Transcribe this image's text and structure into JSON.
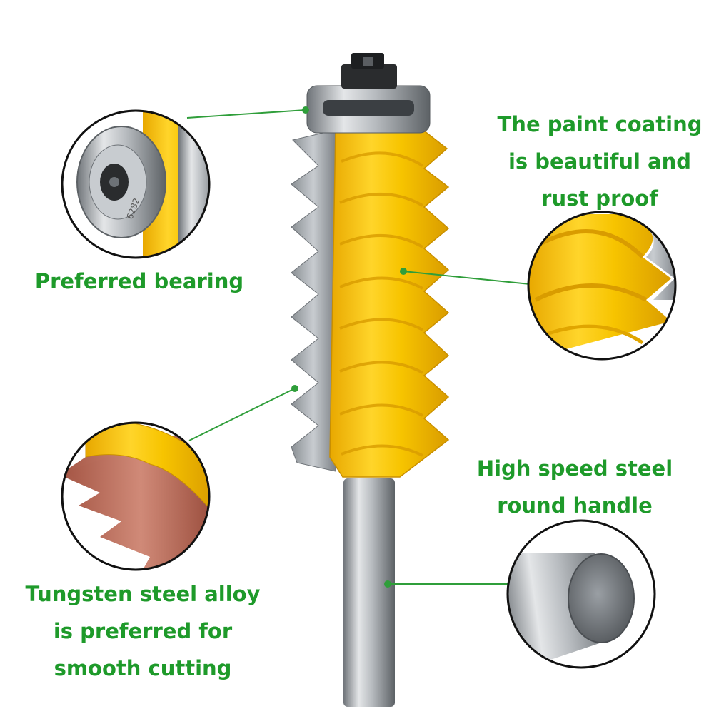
{
  "captions": {
    "paint": [
      "The paint coating",
      "is beautiful and",
      "rust proof"
    ],
    "bearing": [
      "Preferred bearing"
    ],
    "steel": [
      "High speed steel",
      "round handle"
    ],
    "alloy": [
      "Tungsten steel alloy",
      "is preferred for",
      "smooth cutting"
    ]
  },
  "bearing_marking": "6282",
  "colors": {
    "caption_green": "#1e9a2a",
    "leader_green": "#2f9e3a",
    "coating_yellow": "#f2c200",
    "steel_gray": "#9aa0a6",
    "carbide_red": "#b86a5a"
  },
  "icons": {
    "bearing_detail": "bearing-closeup",
    "coating_detail": "coating-closeup",
    "carbide_detail": "carbide-teeth-closeup",
    "shank_detail": "shank-end-closeup"
  }
}
